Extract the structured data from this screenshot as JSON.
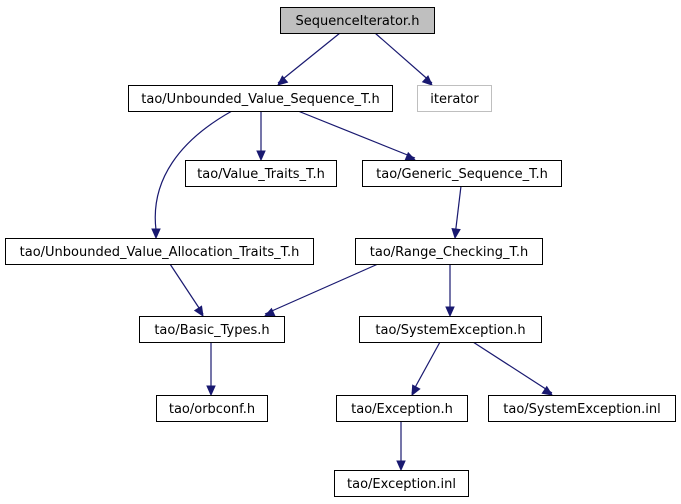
{
  "colors": {
    "edge": "#191970",
    "root_fill": "#bfbfbf",
    "node_fill": "#ffffff",
    "node_stroke": "#000000",
    "external_stroke": "#bfbfbf"
  },
  "nodes": [
    {
      "id": "sequenceiterator",
      "label": "SequenceIterator.h",
      "style": "root"
    },
    {
      "id": "unbounded-value-sequence",
      "label": "tao/Unbounded_Value_Sequence_T.h",
      "style": "normal"
    },
    {
      "id": "iterator",
      "label": "iterator",
      "style": "external"
    },
    {
      "id": "value-traits",
      "label": "tao/Value_Traits_T.h",
      "style": "normal"
    },
    {
      "id": "generic-sequence",
      "label": "tao/Generic_Sequence_T.h",
      "style": "normal"
    },
    {
      "id": "unbounded-value-allocation-traits",
      "label": "tao/Unbounded_Value_Allocation_Traits_T.h",
      "style": "normal"
    },
    {
      "id": "range-checking",
      "label": "tao/Range_Checking_T.h",
      "style": "normal"
    },
    {
      "id": "basic-types",
      "label": "tao/Basic_Types.h",
      "style": "normal"
    },
    {
      "id": "systemexception-h",
      "label": "tao/SystemException.h",
      "style": "normal"
    },
    {
      "id": "orbconf",
      "label": "tao/orbconf.h",
      "style": "normal"
    },
    {
      "id": "exception-h",
      "label": "tao/Exception.h",
      "style": "normal"
    },
    {
      "id": "systemexception-inl",
      "label": "tao/SystemException.inl",
      "style": "normal"
    },
    {
      "id": "exception-inl",
      "label": "tao/Exception.inl",
      "style": "normal"
    }
  ],
  "edges": [
    {
      "from": "sequenceiterator",
      "to": "unbounded-value-sequence"
    },
    {
      "from": "sequenceiterator",
      "to": "iterator"
    },
    {
      "from": "unbounded-value-sequence",
      "to": "value-traits"
    },
    {
      "from": "unbounded-value-sequence",
      "to": "generic-sequence"
    },
    {
      "from": "unbounded-value-sequence",
      "to": "unbounded-value-allocation-traits"
    },
    {
      "from": "generic-sequence",
      "to": "range-checking"
    },
    {
      "from": "unbounded-value-allocation-traits",
      "to": "basic-types"
    },
    {
      "from": "range-checking",
      "to": "basic-types"
    },
    {
      "from": "range-checking",
      "to": "systemexception-h"
    },
    {
      "from": "basic-types",
      "to": "orbconf"
    },
    {
      "from": "systemexception-h",
      "to": "exception-h"
    },
    {
      "from": "systemexception-h",
      "to": "systemexception-inl"
    },
    {
      "from": "exception-h",
      "to": "exception-inl"
    }
  ]
}
